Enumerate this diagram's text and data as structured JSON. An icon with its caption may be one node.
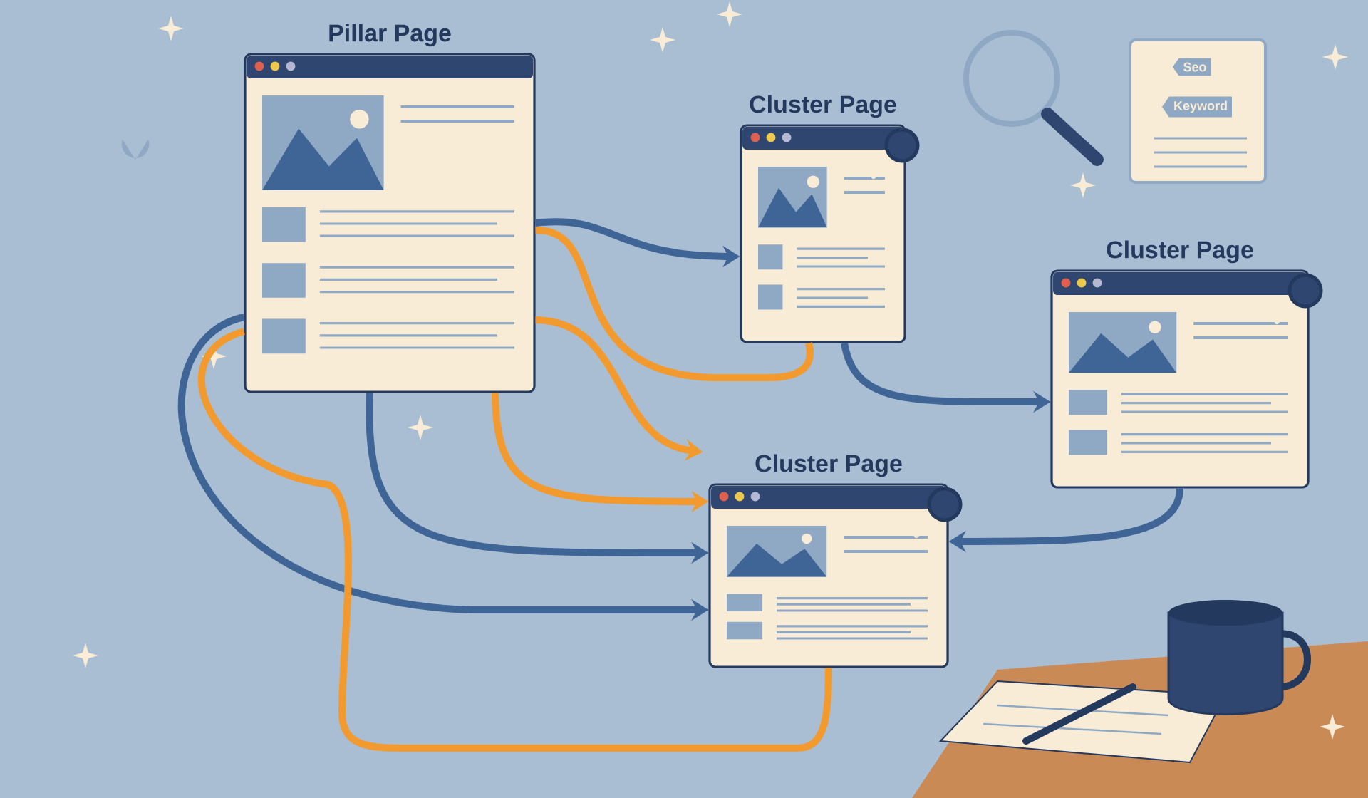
{
  "diagram": {
    "nodes": [
      {
        "text": [
          "Pillar Page"
        ]
      },
      {
        "text": [
          "Cluster Page"
        ]
      },
      {
        "text": [
          "Cluster Page"
        ]
      },
      {
        "text": [
          "Cluster Page"
        ]
      },
      {
        "text": [],
        "shape": "box"
      },
      {
        "text": [
          "Seo"
        ],
        "in": 4
      },
      {
        "text": [
          "Keyword"
        ],
        "in": 4
      }
    ],
    "edges": [
      {
        "from": 0,
        "to": 1,
        "arrow": "to"
      },
      {
        "from": 0,
        "to": 3,
        "arrow": "to",
        "color": "#f39a2e"
      },
      {
        "from": 0,
        "to": 3,
        "arrow": "to",
        "color": "#f39a2e"
      },
      {
        "from": 0,
        "to": 3,
        "arrow": "to"
      },
      {
        "from": 0,
        "to": 3,
        "arrow": "to"
      },
      {
        "from": 0,
        "to": 3,
        "arrow": "none",
        "color": "#f39a2e"
      },
      {
        "from": 0,
        "to": 1,
        "arrow": "none",
        "color": "#f39a2e"
      },
      {
        "from": 1,
        "to": 2,
        "arrow": "to"
      },
      {
        "from": 2,
        "to": 3,
        "arrow": "to"
      }
    ]
  }
}
